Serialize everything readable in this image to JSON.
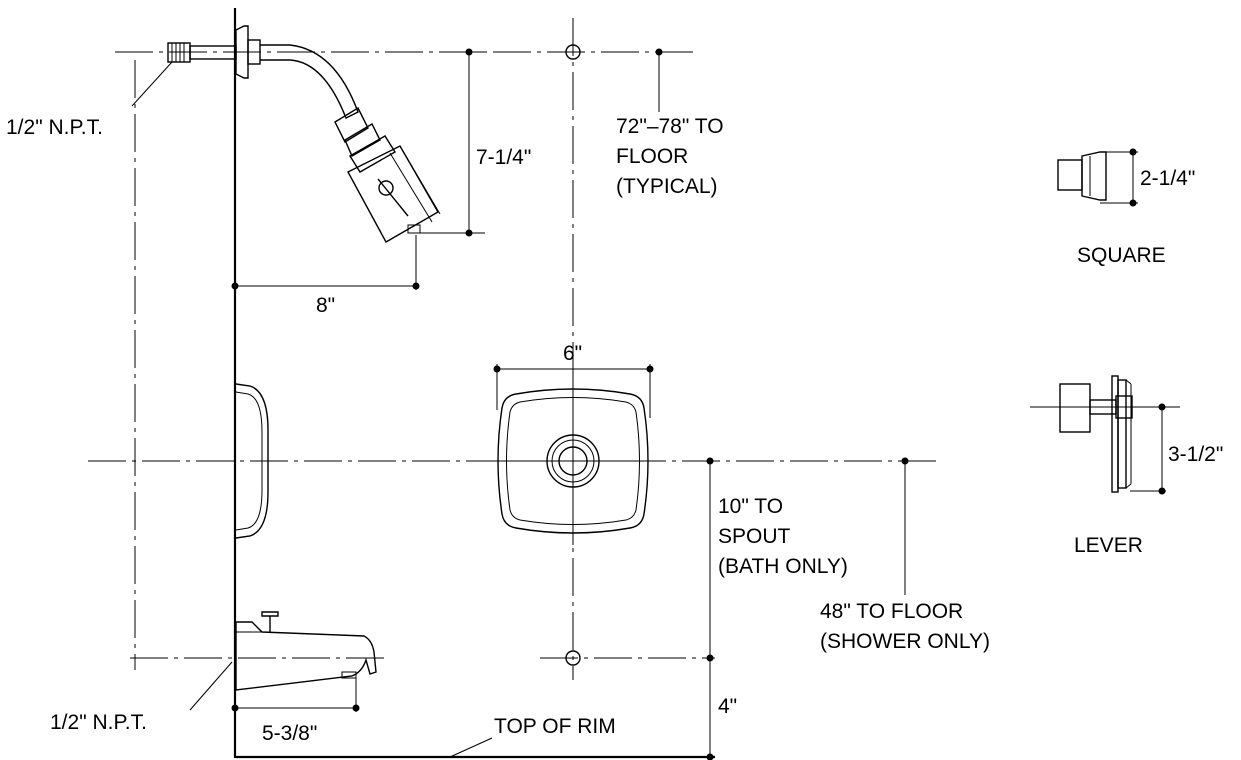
{
  "labels": {
    "npt_top": "1/2\" N.P.T.",
    "npt_bottom": "1/2\" N.P.T.",
    "dim_7_1_4": "7-1/4\"",
    "dim_8": "8\"",
    "floor_72_line1": "72\"–78\" TO",
    "floor_72_line2": "FLOOR",
    "floor_72_line3": "(TYPICAL)",
    "dim_6": "6\"",
    "spout_line1": "10\" TO",
    "spout_line2": "SPOUT",
    "spout_line3": "(BATH ONLY)",
    "shower_floor_line1": "48\" TO FLOOR",
    "shower_floor_line2": "(SHOWER ONLY)",
    "dim_4": "4\"",
    "dim_5_3_8": "5-3/8\"",
    "top_of_rim": "TOP OF RIM",
    "dim_2_1_4": "2-1/4\"",
    "square": "SQUARE",
    "dim_3_1_2": "3-1/2\"",
    "lever": "LEVER"
  }
}
